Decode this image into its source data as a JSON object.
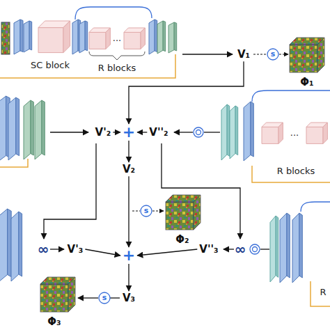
{
  "diagram": {
    "nodes": [
      {
        "text": [
          "V₁"
        ]
      },
      {
        "text": [
          "V'₂"
        ]
      },
      {
        "text": [
          "+"
        ]
      },
      {
        "text": [
          "V''₂"
        ]
      },
      {
        "text": [
          "V₂"
        ]
      },
      {
        "text": [
          "V'₃"
        ]
      },
      {
        "text": [
          "+"
        ]
      },
      {
        "text": [
          "V''₃"
        ]
      },
      {
        "text": [
          "V₃"
        ]
      }
    ],
    "edges": [
      {
        "from": 0,
        "to": 2,
        "arrow": "to"
      },
      {
        "from": 1,
        "to": 2,
        "arrow": "to"
      },
      {
        "from": 3,
        "to": 2,
        "arrow": "to"
      },
      {
        "from": 2,
        "to": 4,
        "arrow": "to"
      },
      {
        "from": 4,
        "to": 6,
        "arrow": "to"
      },
      {
        "from": 5,
        "to": 6,
        "arrow": "to"
      },
      {
        "from": 7,
        "to": 6,
        "arrow": "to"
      },
      {
        "from": 6,
        "to": 8,
        "arrow": "to"
      }
    ],
    "labels": [
      "SC block",
      "R blocks",
      "...",
      "s",
      "Φ₁",
      "R blocks",
      "...",
      "s",
      "Φ₂",
      "∞",
      "∞",
      "s",
      "Φ₃",
      "R"
    ]
  }
}
